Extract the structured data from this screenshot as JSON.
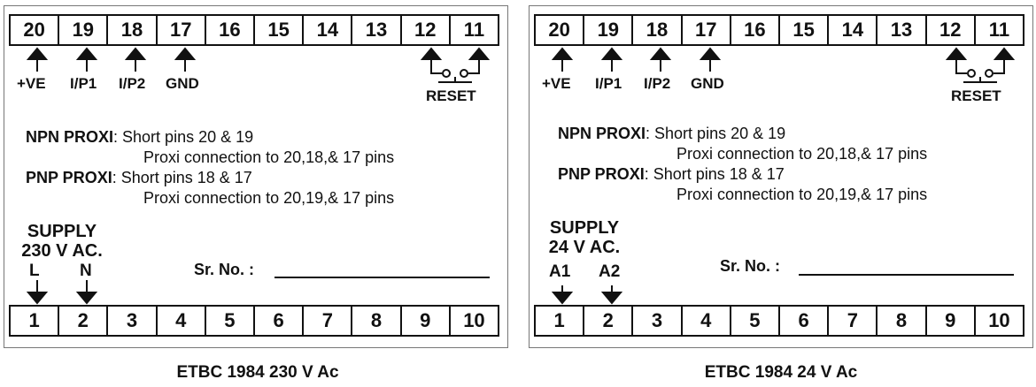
{
  "terminals": {
    "top": [
      "20",
      "19",
      "18",
      "17",
      "16",
      "15",
      "14",
      "13",
      "12",
      "11"
    ],
    "bottom": [
      "1",
      "2",
      "3",
      "4",
      "5",
      "6",
      "7",
      "8",
      "9",
      "10"
    ]
  },
  "left": {
    "top_labels": {
      "t20": "+VE",
      "t19": "I/P1",
      "t18": "I/P2",
      "t17": "GND",
      "reset": "RESET"
    },
    "npn_label": "NPN PROXI",
    "npn_text": ": Short pins 20 & 19",
    "npn_text2": "Proxi connection to 20,18,& 17 pins",
    "pnp_label": "PNP PROXI",
    "pnp_text": ": Short pins 18 & 17",
    "pnp_text2": "Proxi connection to 20,19,& 17 pins",
    "supply_line1": "SUPPLY",
    "supply_line2": "230 V AC.",
    "supply_pin1": "L",
    "supply_pin2": "N",
    "srno_label": "Sr. No.",
    "srno_colon": ":",
    "caption": "ETBC 1984 230 V Ac"
  },
  "right": {
    "top_labels": {
      "t20": "+VE",
      "t19": "I/P1",
      "t18": "I/P2",
      "t17": "GND",
      "reset": "RESET"
    },
    "npn_label": "NPN PROXI",
    "npn_text": ": Short pins 20 & 19",
    "npn_text2": "Proxi connection to 20,18,& 17 pins",
    "pnp_label": "PNP PROXI",
    "pnp_text": ": Short pins 18 & 17",
    "pnp_text2": "Proxi connection to 20,19,& 17 pins",
    "supply_line1": "SUPPLY",
    "supply_line2": "24 V AC.",
    "supply_pin1": "A1",
    "supply_pin2": "A2",
    "srno_label": "Sr. No.",
    "srno_colon": ":",
    "caption": "ETBC 1984 24 V Ac"
  }
}
